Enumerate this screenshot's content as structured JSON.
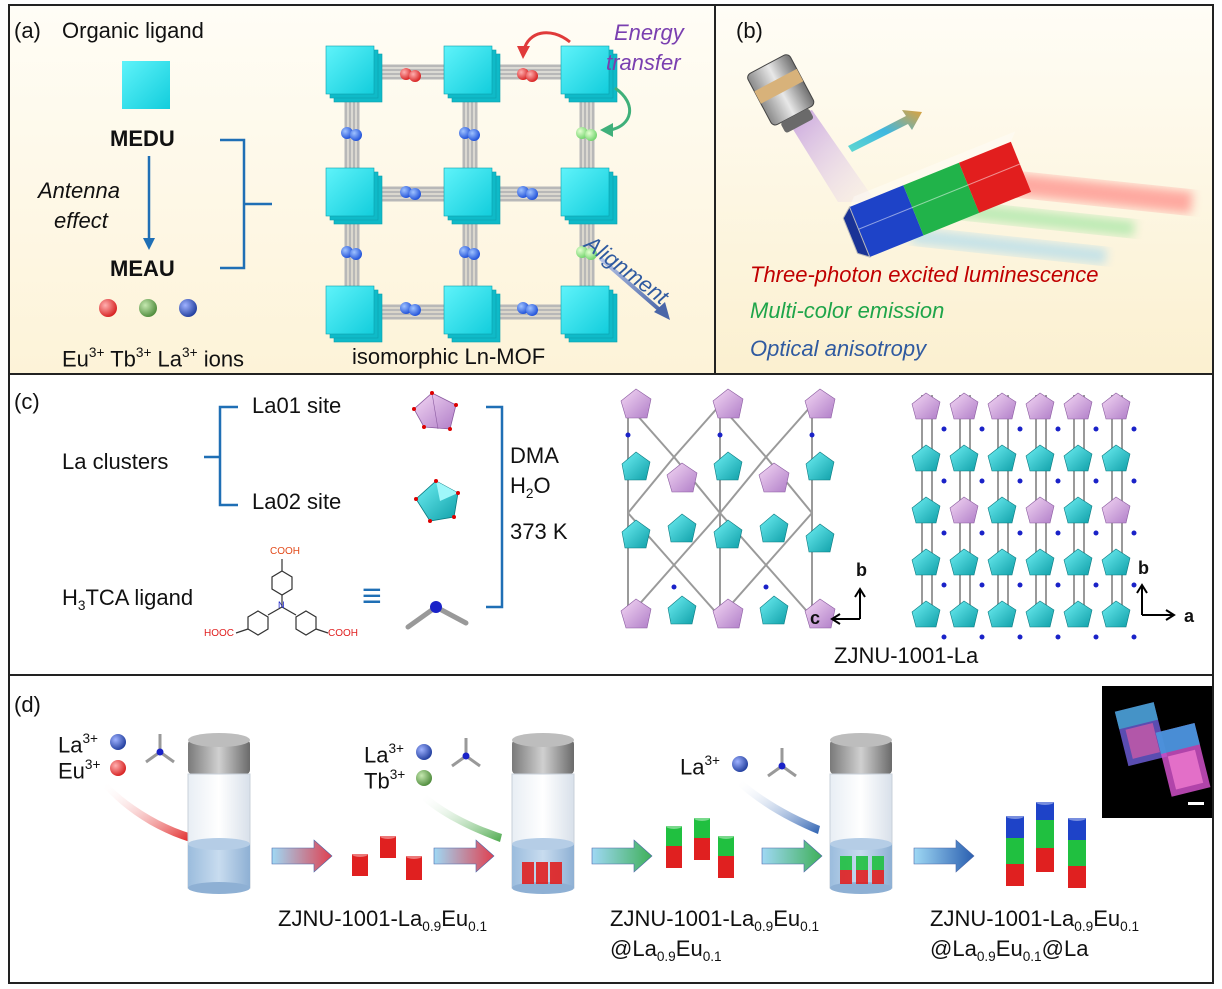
{
  "panel_a": {
    "label": "(a)",
    "organic_ligand": "Organic ligand",
    "medu": "MEDU",
    "antenna_line1": "Antenna",
    "antenna_line2": "effect",
    "meau": "MEAU",
    "ion_eu": "Eu",
    "ion_tb": "Tb",
    "ion_la": "La",
    "ion_charge": "3+",
    "ions_suffix": "ions",
    "mof_label": "isomorphic Ln-MOF",
    "energy_line1": "Energy",
    "energy_line2": "transfer",
    "alignment": "Alignment"
  },
  "panel_b": {
    "label": "(b)",
    "line1": "Three-photon excited luminescence",
    "line2": "Multi-color emission",
    "line3": "Optical anisotropy"
  },
  "panel_c": {
    "label": "(c)",
    "la_clusters": "La clusters",
    "la01": "La01 site",
    "la02": "La02 site",
    "h3tca_h": "H",
    "h3tca_3": "3",
    "h3tca_rest": "TCA ligand",
    "cooh": "COOH",
    "hooc": "HOOC",
    "n_atom": "N",
    "equiv": "≡",
    "dma": "DMA",
    "h2o_h": "H",
    "h2o_2": "2",
    "h2o_o": "O",
    "temp": "373 K",
    "axis_b": "b",
    "axis_c": "c",
    "axis_a": "a",
    "framework": "ZJNU-1001-La"
  },
  "panel_d": {
    "label": "(d)",
    "la": "La",
    "eu": "Eu",
    "tb": "Tb",
    "charge": "3+",
    "prod1_main": "ZJNU-1001-La",
    "x09": "0.9",
    "eu_sym": "Eu",
    "x01": "0.1",
    "at_la": "@La",
    "at_la_end": "@La"
  },
  "colors": {
    "cyan": "#1fe3ee",
    "red": "#e52020",
    "green": "#2fb84a",
    "blue": "#1e4fd8",
    "purple_text": "#7a3fb0",
    "dark_red_text": "#c00000",
    "green_text": "#1fa54a",
    "blue_text": "#2f5aa0",
    "bracket_blue": "#1f6fb5"
  }
}
